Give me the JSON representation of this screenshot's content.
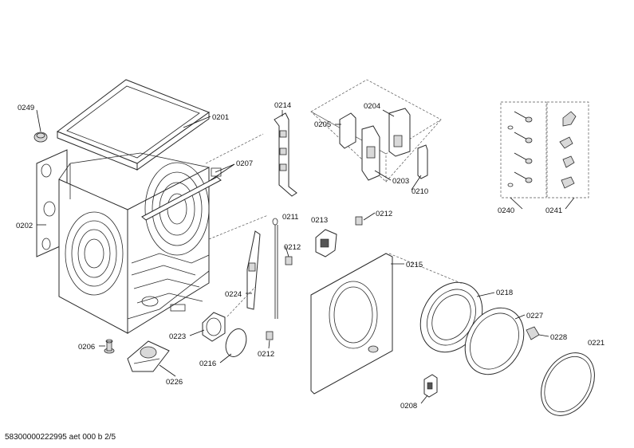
{
  "diagram": {
    "labels": {
      "p0201": "0201",
      "p0202": "0202",
      "p0203": "0203",
      "p0204": "0204",
      "p0205": "0205",
      "p0206": "0206",
      "p0207": "0207",
      "p0208": "0208",
      "p0210": "0210",
      "p0211": "0211",
      "p0212a": "0212",
      "p0212b": "0212",
      "p0212c": "0212",
      "p0213": "0213",
      "p0214": "0214",
      "p0215": "0215",
      "p0216": "0216",
      "p0218": "0218",
      "p0221": "0221",
      "p0223": "0223",
      "p0224": "0224",
      "p0226": "0226",
      "p0227": "0227",
      "p0228": "0228",
      "p0240": "0240",
      "p0241": "0241",
      "p0249": "0249"
    },
    "footer": "58300000222995 aet 000 b 2/5"
  }
}
